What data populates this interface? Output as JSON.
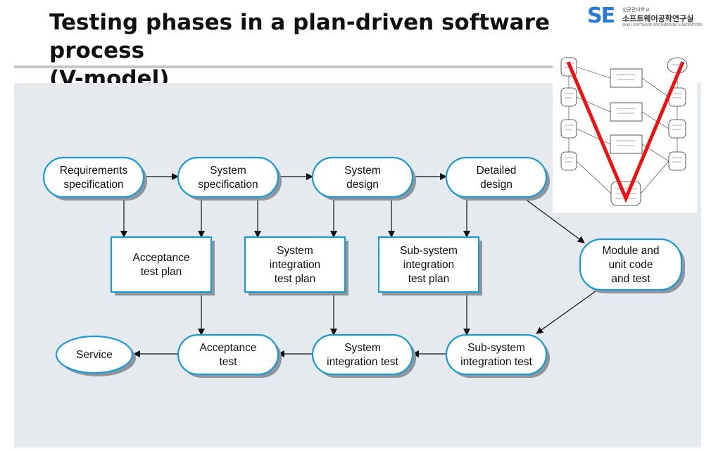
{
  "slide": {
    "title_line1": "Testing phases in a plan-driven software process",
    "title_line2": "(V-model)"
  },
  "logo": {
    "mark": "SE",
    "line1": "성균관대학교",
    "line2": "소프트웨어공학연구실",
    "line3": "SKKU SOFTWARE ENGINEERING LABORATORY"
  },
  "diagram": {
    "nodes": [
      {
        "id": "req-spec",
        "shape": "rounded",
        "lines": [
          "Requirements",
          "specification"
        ]
      },
      {
        "id": "sys-spec",
        "shape": "rounded",
        "lines": [
          "System",
          "specification"
        ]
      },
      {
        "id": "sys-design",
        "shape": "rounded",
        "lines": [
          "System",
          "design"
        ]
      },
      {
        "id": "detailed-design",
        "shape": "rounded",
        "lines": [
          "Detailed",
          "design"
        ]
      },
      {
        "id": "acc-plan",
        "shape": "box",
        "lines": [
          "Acceptance",
          "test plan"
        ]
      },
      {
        "id": "sysint-plan",
        "shape": "box",
        "lines": [
          "System",
          "integration",
          "test plan"
        ]
      },
      {
        "id": "subint-plan",
        "shape": "box",
        "lines": [
          "Sub-system",
          "integration",
          "test plan"
        ]
      },
      {
        "id": "module-test",
        "shape": "rounded",
        "lines": [
          "Module and",
          "unit code",
          "and test"
        ]
      },
      {
        "id": "service",
        "shape": "ellipse",
        "lines": [
          "Service"
        ]
      },
      {
        "id": "acc-test",
        "shape": "rounded",
        "lines": [
          "Acceptance",
          "test"
        ]
      },
      {
        "id": "sysint-test",
        "shape": "rounded",
        "lines": [
          "System",
          "integration test"
        ]
      },
      {
        "id": "subint-test",
        "shape": "rounded",
        "lines": [
          "Sub-system",
          "integration test"
        ]
      }
    ],
    "edges": [
      {
        "from": "req-spec",
        "to": "sys-spec"
      },
      {
        "from": "sys-spec",
        "to": "sys-design"
      },
      {
        "from": "sys-design",
        "to": "detailed-design"
      },
      {
        "from": "req-spec",
        "to": "acc-plan"
      },
      {
        "from": "sys-spec",
        "to": "acc-plan"
      },
      {
        "from": "sys-spec",
        "to": "sysint-plan"
      },
      {
        "from": "sys-design",
        "to": "sysint-plan"
      },
      {
        "from": "sys-design",
        "to": "subint-plan"
      },
      {
        "from": "detailed-design",
        "to": "subint-plan"
      },
      {
        "from": "detailed-design",
        "to": "module-test"
      },
      {
        "from": "module-test",
        "to": "subint-test"
      },
      {
        "from": "acc-plan",
        "to": "acc-test"
      },
      {
        "from": "sysint-plan",
        "to": "sysint-test"
      },
      {
        "from": "subint-plan",
        "to": "subint-test"
      },
      {
        "from": "subint-test",
        "to": "sysint-test"
      },
      {
        "from": "sysint-test",
        "to": "acc-test"
      },
      {
        "from": "acc-test",
        "to": "service"
      }
    ]
  },
  "colors": {
    "node_stroke": "#1a9ad6",
    "node_fill": "#ffffff",
    "shadow": "#8f959c",
    "panel": "#e6e9ee",
    "v_overlay": "#ee1111"
  }
}
